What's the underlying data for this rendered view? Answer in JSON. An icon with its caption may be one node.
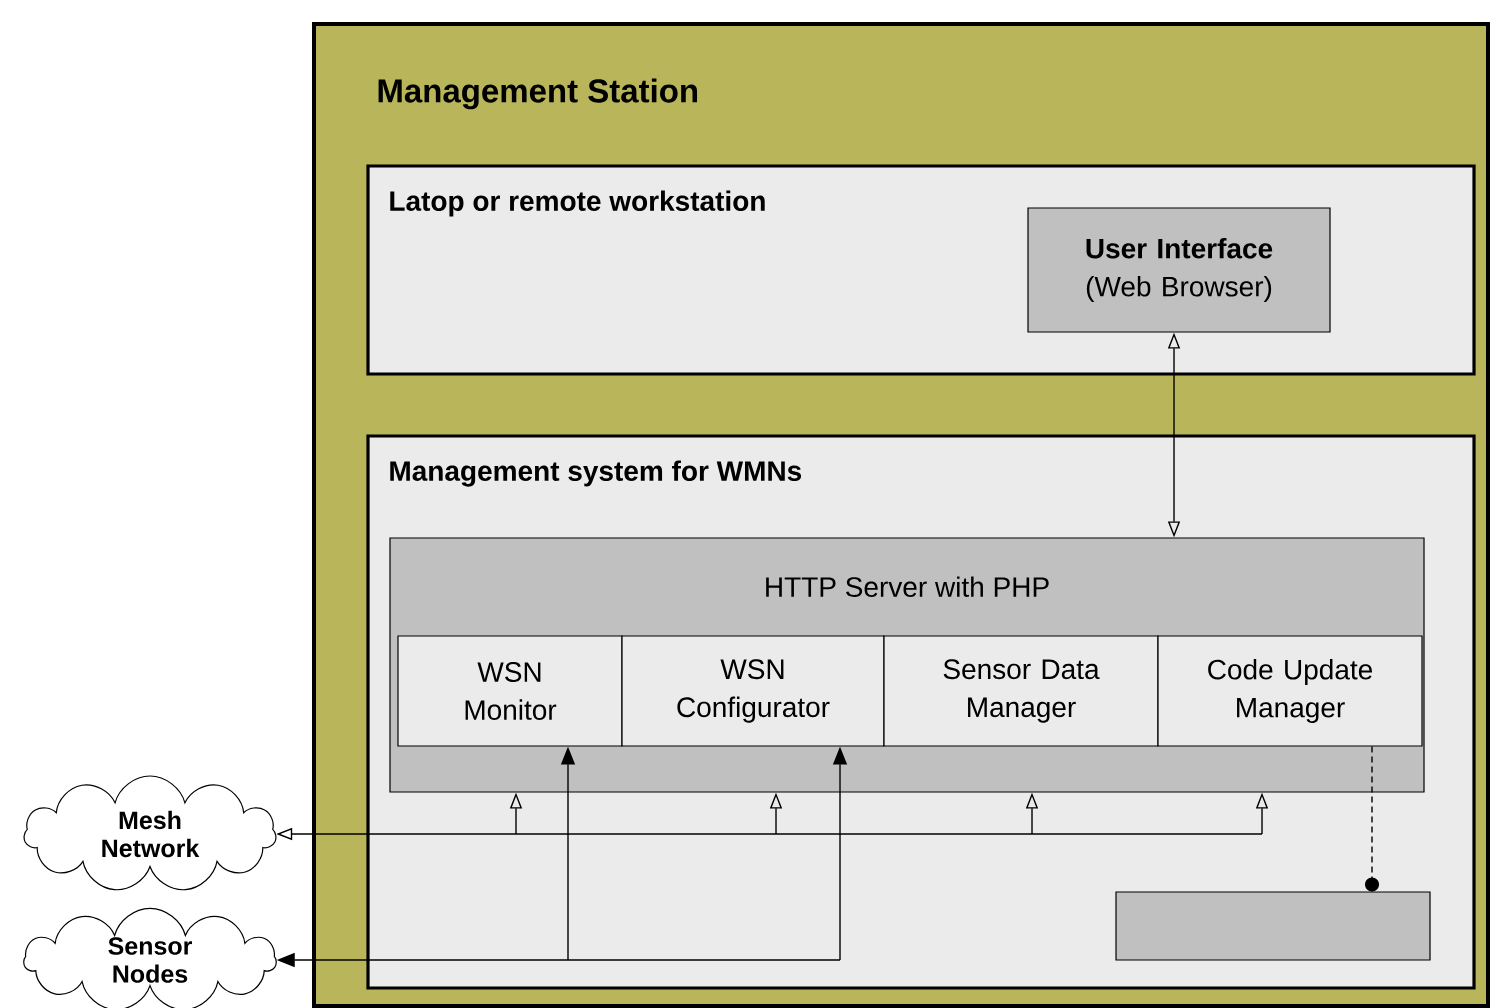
{
  "diagram": {
    "nodes": [
      {
        "text": [
          "Management Station"
        ]
      },
      {
        "text": [
          "Latop or remote workstation"
        ],
        "in": 0
      },
      {
        "text": [
          "User Interface",
          "(Web Browser)"
        ],
        "in": 1
      },
      {
        "text": [
          "Management system for WMNs"
        ],
        "in": 0
      },
      {
        "text": [
          "HTTP Server with PHP"
        ],
        "in": 3
      },
      {
        "text": [
          "WSN Monitor"
        ],
        "in": 4
      },
      {
        "text": [
          "WSN Configurator"
        ],
        "in": 4
      },
      {
        "text": [
          "Sensor Data Manager"
        ],
        "in": 4
      },
      {
        "text": [
          "Code Update Manager"
        ],
        "in": 4
      },
      {
        "text": [],
        "shape": "box",
        "in": 3
      },
      {
        "text": [
          "Mesh Network"
        ]
      },
      {
        "text": [
          "Sensor Nodes"
        ]
      }
    ],
    "edges": [
      {
        "from": 2,
        "to": 4,
        "arrow": "both"
      },
      {
        "from": 4,
        "to": 10,
        "arrow": "both"
      },
      {
        "from": 5,
        "to": 11,
        "arrow": "both"
      },
      {
        "from": 6,
        "to": 11,
        "arrow": "both"
      },
      {
        "from": 8,
        "to": 9,
        "arrow": "other",
        "style": "dashed"
      }
    ]
  }
}
